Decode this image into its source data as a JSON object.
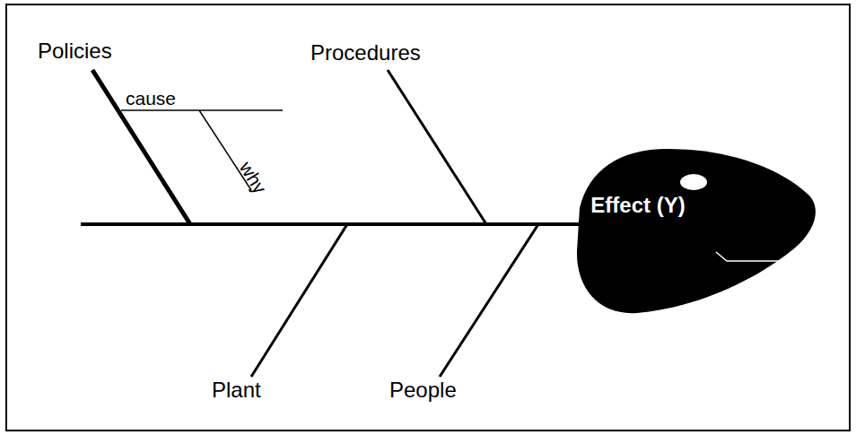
{
  "diagram": {
    "nodes": [
      {
        "text": [
          "Effect (Y)"
        ]
      }
    ],
    "labels": [
      "Policies",
      "Procedures",
      "Plant",
      "People",
      "cause",
      "why"
    ]
  }
}
